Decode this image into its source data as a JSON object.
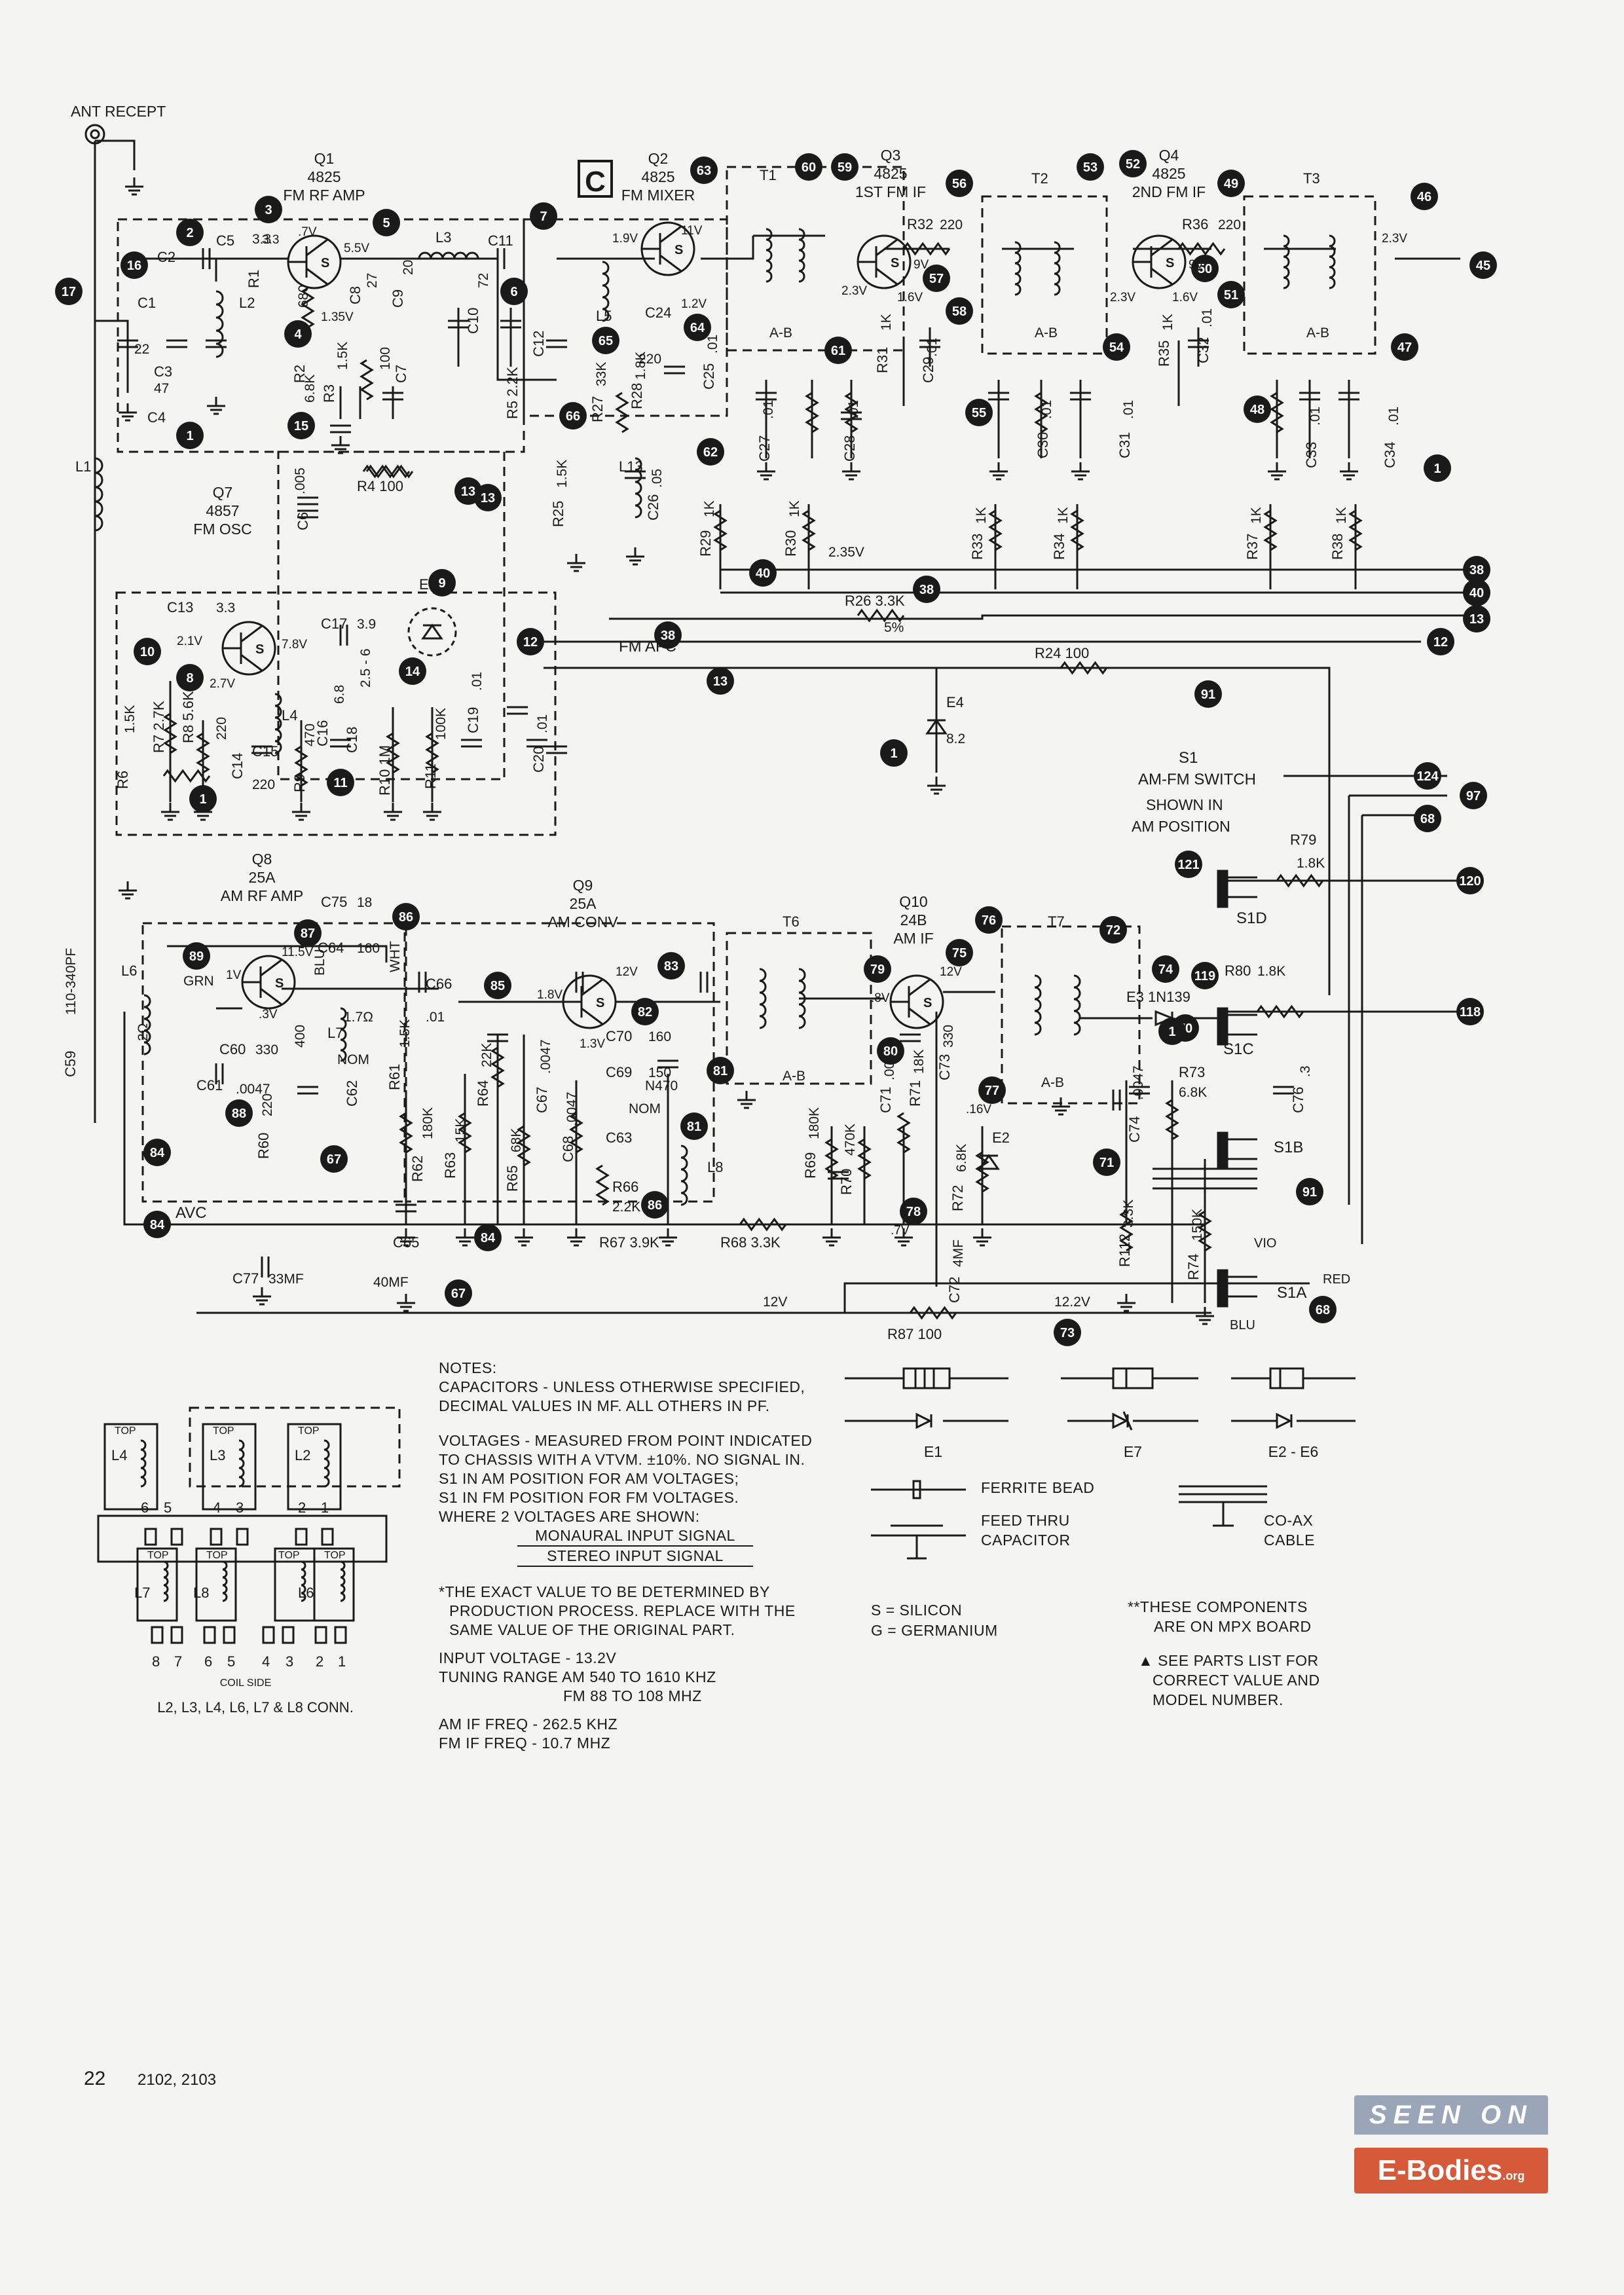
{
  "antenna": {
    "label": "ANT RECEPT"
  },
  "sections": [
    {
      "ref": "Q1",
      "part": "4825",
      "function": "FM RF AMP"
    },
    {
      "ref": "Q2",
      "part": "4825",
      "function": "FM MIXER"
    },
    {
      "ref": "Q3",
      "part": "4825",
      "function": "1ST FM IF"
    },
    {
      "ref": "Q4",
      "part": "4825",
      "function": "2ND FM IF"
    },
    {
      "ref": "Q7",
      "part": "4857",
      "function": "FM OSC"
    },
    {
      "ref": "Q8",
      "part": "25A",
      "function": "AM RF AMP"
    },
    {
      "ref": "Q9",
      "part": "25A",
      "function": "AM CONV"
    },
    {
      "ref": "Q10",
      "part": "24B",
      "function": "AM IF"
    }
  ],
  "box_c": "C",
  "lines": {
    "fm_afc": "FM AFC",
    "avc": "AVC"
  },
  "switch": {
    "s1": "S1",
    "title": "AM-FM SWITCH",
    "shown_in": "SHOWN IN",
    "position": "AM POSITION",
    "s1a": "S1A",
    "s1b": "S1B",
    "s1c": "S1C",
    "s1d": "S1D",
    "vio": "VIO",
    "red": "RED",
    "blu": "BLU"
  },
  "components": {
    "C1": "C1",
    "C2": "C2",
    "C3": "C3",
    "C4": "C4",
    "C5": "C5",
    "C6": "C6",
    "C7": "C7",
    "C8": "C8",
    "C9": "C9",
    "C10": "C10",
    "C11": "C11",
    "C12": "C12",
    "C13": "C13",
    "C14": "C14",
    "C15": "C15",
    "C16": "C16",
    "C17": "C17",
    "C18": "C18",
    "C19": "C19",
    "C20": "C20",
    "C24": "C24",
    "C25": "C25",
    "C26": "C26",
    "C27": "C27",
    "C28": "C28",
    "C29": "C29",
    "C30": "C30",
    "C31": "C31",
    "C32": "C32",
    "C33": "C33",
    "C34": "C34",
    "C59": "C59",
    "C60": "C60",
    "C61": "C61",
    "C62": "C62",
    "C63": "C63",
    "C64": "C64",
    "C65": "C65",
    "C66": "C66",
    "C67": "C67",
    "C68": "C68",
    "C69": "C69",
    "C70": "C70",
    "C71": "C71",
    "C72": "C72",
    "C73": "C73",
    "C74": "C74",
    "C75": "C75",
    "C76": "C76",
    "C77": "C77",
    "R1": "R1",
    "R2": "R2",
    "R3": "R3",
    "R4": "R4  100",
    "R5": "R5  2.2K",
    "R6": "R6",
    "R7": "R7  2.7K",
    "R8": "R8  5.6K",
    "R9": "R9",
    "R10": "R10  1M",
    "R11": "R11",
    "R24": "R24  100",
    "R25": "R25",
    "R26": "R26  3.3K",
    "R27": "R27",
    "R28": "R28",
    "R29": "R29",
    "R30": "R30",
    "R31": "R31",
    "R32": "R32",
    "R33": "R33",
    "R34": "R34",
    "R35": "R35",
    "R36": "R36",
    "R37": "R37",
    "R38": "R38",
    "R60": "R60",
    "R61": "R61",
    "R62": "R62",
    "R63": "R63",
    "R64": "R64",
    "R65": "R65",
    "R66": "R66",
    "R67": "R67  3.9K",
    "R68": "R68  3.3K",
    "R69": "R69",
    "R70": "R70",
    "R71": "R71",
    "R72": "R72",
    "R73": "R73",
    "R74": "R74",
    "R79": "R79",
    "R80": "R80",
    "R87": "R87  100",
    "R112": "R112",
    "L1": "L1",
    "L2": "L2",
    "L3": "L3",
    "L4": "L4",
    "L5": "L5",
    "L6": "L6",
    "L7": "L7",
    "L8": "L8",
    "L13": "L13",
    "T1": "T1",
    "T2": "T2",
    "T3": "T3",
    "T6": "T6",
    "T7": "T7",
    "E1": "E1",
    "E2": "E2",
    "E3": "E3  1N139",
    "E4": "E4"
  },
  "values": {
    "c5": "3.3",
    "c1": "22",
    "c3": "47",
    "r1": "680",
    "r2": "6.8K",
    "r3": "1.5K",
    "c7": "100",
    "c8": "27",
    "c9": "20",
    "c10": "72",
    "c6": ".005",
    "c24": "220",
    "c25": ".01",
    "c26": ".05",
    "c27": ".01",
    "c28": ".01",
    "c29": ".01",
    "c30": ".01",
    "c31": ".01",
    "c32": ".01",
    "c33": ".01",
    "c34": ".01",
    "r25": "1.5K",
    "r27": "33K",
    "r28": "1.8K",
    "r29": "1K",
    "r30": "1K",
    "r31": "1K",
    "r32": "220",
    "r33": "1K",
    "r34": "1K",
    "r35": "1K",
    "r36": "220",
    "r37": "1K",
    "r38": "1K",
    "c13": "3.3",
    "c17": "3.9",
    "c16": "6.8",
    "c18": "2.5 - 6",
    "c19": ".01",
    "c20": ".01",
    "r6": "1.5K",
    "c14": "220",
    "c15": "220",
    "r9": "470",
    "r11": "100K",
    "e4": "8.2",
    "v_235": "2.35V",
    "pct5": "5%",
    "r79": "1.8K",
    "r80": "1.8K",
    "c75": "18",
    "c59": "110-340PF",
    "l6v": "2Ω",
    "l7v": "1.7Ω",
    "c60": "330",
    "c61": ".0047",
    "c62": "400",
    "c64": "160",
    "r61": "1.5K",
    "c66": ".01",
    "r60": "220",
    "r62": "180K",
    "r63": "15K",
    "r64": "22K",
    "r65": "68K",
    "c67": ".0047",
    "c68": ".0047",
    "c70": "160",
    "c69": "150",
    "n470": "N470",
    "r66": "2.2K",
    "nom": "NOM",
    "r69": "180K",
    "r70": "470K",
    "c71": ".001",
    "r71": "18K",
    "c73": "330",
    "r72": "6.8K",
    "c72": "4MF",
    "c74": ".0047",
    "r73": "6.8K",
    "r112": "3.3K",
    "r74": "150K",
    "c76": ".3",
    "c65": "40MF",
    "c77": "33MF",
    "v12": "12V",
    "v122": "12.2V",
    "grn": "GRN",
    "blu": "BLU",
    "wht": "WHT",
    "ab": "A-B"
  },
  "voltages": [
    "3.3",
    ".7V",
    "5.5V",
    "1.35V",
    "1.9V",
    "11V",
    "1.2V",
    "2.3V",
    "1.6V",
    "9V",
    "2.3V",
    "1.6V",
    "9V",
    "2.3V",
    "2.1V",
    "2.7V",
    "7.8V",
    "1V",
    ".3V",
    "11.5V",
    "1.8V",
    "1.3V",
    "12V",
    ".8V",
    "12V",
    ".16V",
    ".7V"
  ],
  "nodes": [
    "17",
    "16",
    "2",
    "3",
    "5",
    "7",
    "6",
    "1",
    "4",
    "15",
    "13",
    "9",
    "14",
    "11",
    "12",
    "10",
    "8",
    "63",
    "60",
    "59",
    "56",
    "53",
    "52",
    "49",
    "46",
    "45",
    "57",
    "58",
    "64",
    "65",
    "61",
    "54",
    "51",
    "50",
    "47",
    "48",
    "55",
    "62",
    "66",
    "40",
    "38",
    "91",
    "124",
    "97",
    "68",
    "121",
    "120",
    "119",
    "118",
    "87",
    "86",
    "89",
    "88",
    "85",
    "83",
    "82",
    "81",
    "84",
    "67",
    "76",
    "75",
    "79",
    "80",
    "77",
    "78",
    "72",
    "74",
    "70",
    "71",
    "73"
  ],
  "notes": {
    "heading": "NOTES:",
    "caps1": "CAPACITORS - UNLESS OTHERWISE SPECIFIED,",
    "caps2": "DECIMAL VALUES IN MF.  ALL OTHERS IN PF.",
    "volt1": "VOLTAGES - MEASURED FROM POINT INDICATED",
    "volt2": "TO CHASSIS WITH A VTVM.  ±10%.  NO SIGNAL IN.",
    "volt3": "S1 IN AM POSITION FOR AM VOLTAGES;",
    "volt4": "S1 IN FM POSITION FOR FM VOLTAGES.",
    "volt5": "WHERE 2 VOLTAGES ARE SHOWN:",
    "mono": "MONAURAL INPUT SIGNAL",
    "stereo": "STEREO INPUT SIGNAL",
    "star1": "*THE EXACT VALUE TO BE DETERMINED BY",
    "star2": "PRODUCTION PROCESS.  REPLACE WITH THE",
    "star3": "SAME VALUE OF THE ORIGINAL PART.",
    "input_voltage": "INPUT VOLTAGE - 13.2V",
    "tuning_range": "TUNING RANGE   AM   540 TO 1610 KHZ",
    "tuning_fm": "FM   88 TO 108 MHZ",
    "am_if": "AM IF FREQ - 262.5 KHZ",
    "fm_if": "FM IF FREQ - 10.7 MHZ"
  },
  "legend": {
    "e1": "E1",
    "e7": "E7",
    "e2e6": "E2 - E6",
    "ferrite": "FERRITE BEAD",
    "feed1": "FEED THRU",
    "feed2": "CAPACITOR",
    "coax1": "CO-AX",
    "coax2": "CABLE",
    "silicon": "S = SILICON",
    "germanium": "G = GERMANIUM",
    "mpx1": "**THESE COMPONENTS",
    "mpx2": "ARE ON MPX BOARD",
    "parts1": "▲ SEE PARTS LIST FOR",
    "parts2": "CORRECT VALUE AND",
    "parts3": "MODEL NUMBER."
  },
  "coil_diagram": {
    "top": "TOP",
    "coil_side": "COIL SIDE",
    "caption": "L2, L3, L4, L6, L7 & L8 CONN.",
    "upper_pins": [
      "6",
      "5",
      "4",
      "3",
      "2",
      "1"
    ],
    "lower_pins": [
      "8",
      "7",
      "6",
      "5",
      "4",
      "3",
      "2",
      "1"
    ]
  },
  "footer": {
    "page": "22",
    "models": "2102, 2103"
  },
  "watermark": {
    "line1": "SEEN ON",
    "line2": "E-Bodies",
    "suffix": ".org"
  }
}
